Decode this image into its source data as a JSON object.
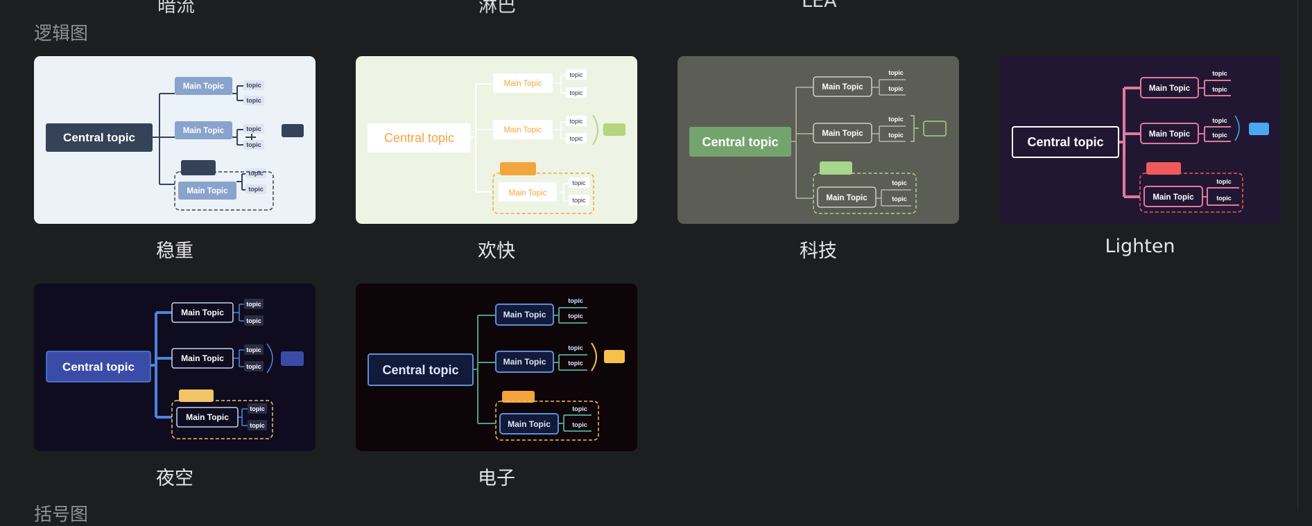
{
  "previous_row_labels": [
    "暗流",
    "淋巴",
    "LEA"
  ],
  "sections": {
    "logic": {
      "title": "逻辑图"
    },
    "next": {
      "title": "括号图"
    }
  },
  "preview_text": {
    "central": "Central topic",
    "main": "Main Topic",
    "sub": "topic"
  },
  "themes": [
    {
      "name": "稳重",
      "bg": "#ebf2f8",
      "accent": "#8aa3cc",
      "dark": "#354358"
    },
    {
      "name": "欢快",
      "bg": "#edf4e4",
      "accent": "#f2a53c",
      "green": "#b7d47e"
    },
    {
      "name": "科技",
      "bg": "#5c5d54",
      "accent": "#74a46e",
      "green": "#a8d68c"
    },
    {
      "name": "Lighten",
      "bg": "#221733",
      "accent": "#e07a9e",
      "blue": "#4aa8f0",
      "red": "#ef5b5b"
    },
    {
      "name": "夜空",
      "bg": "#0f0c1f",
      "accent": "#4b84e0",
      "blue": "#3a4ca8",
      "yellow": "#f2c567"
    },
    {
      "name": "电子",
      "bg": "#0e0509",
      "accent": "#5e8fd8",
      "teal": "#4f9c8d",
      "yellow": "#f7c24a"
    }
  ]
}
